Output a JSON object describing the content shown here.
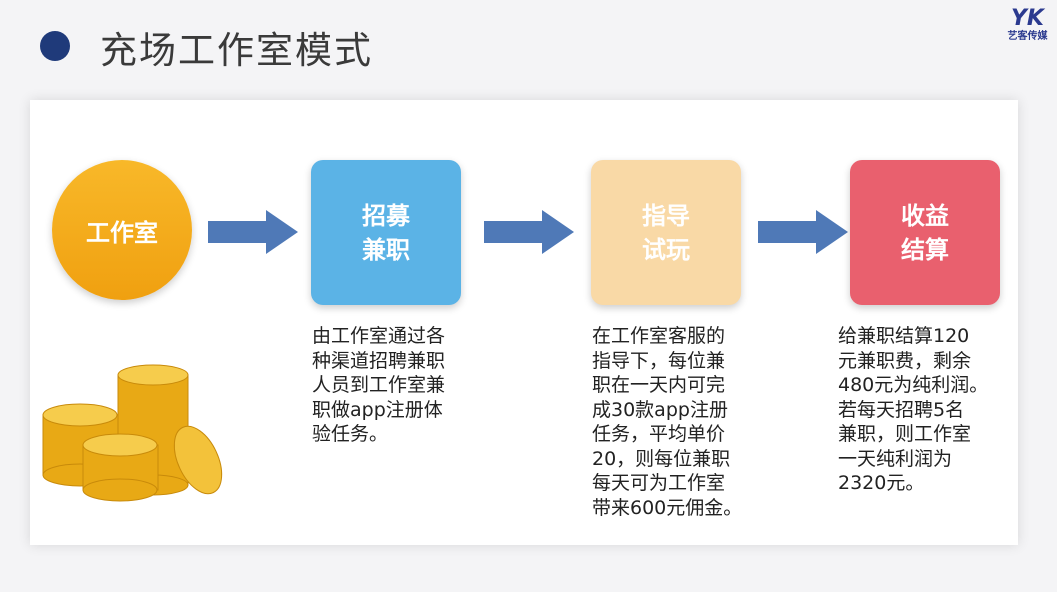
{
  "title": "充场工作室模式",
  "logo": {
    "mark": "YK",
    "name": "艺客传媒"
  },
  "start": {
    "label": "工作室",
    "color": "#f5ad1c"
  },
  "steps": [
    {
      "lines": [
        "招募",
        "兼职"
      ],
      "color": "#5bb3e6",
      "desc": [
        "由工作室通过各",
        "种渠道招聘兼职",
        "人员到工作室兼",
        "职做app注册体",
        "验任务。"
      ]
    },
    {
      "lines": [
        "指导",
        "试玩"
      ],
      "color": "#f9d9a6",
      "desc": [
        "在工作室客服的",
        "指导下，每位兼",
        "职在一天内可完",
        "成30款app注册",
        "任务，平均单价",
        "20，则每位兼职",
        "每天可为工作室",
        "带来600元佣金。"
      ]
    },
    {
      "lines": [
        "收益",
        "结算"
      ],
      "color": "#e9606e",
      "desc": [
        "给兼职结算120",
        "元兼职费，剩余",
        "480元为纯利润。",
        "若每天招聘5名",
        "兼职，则工作室",
        "一天纯利润为",
        "2320元。"
      ]
    }
  ]
}
